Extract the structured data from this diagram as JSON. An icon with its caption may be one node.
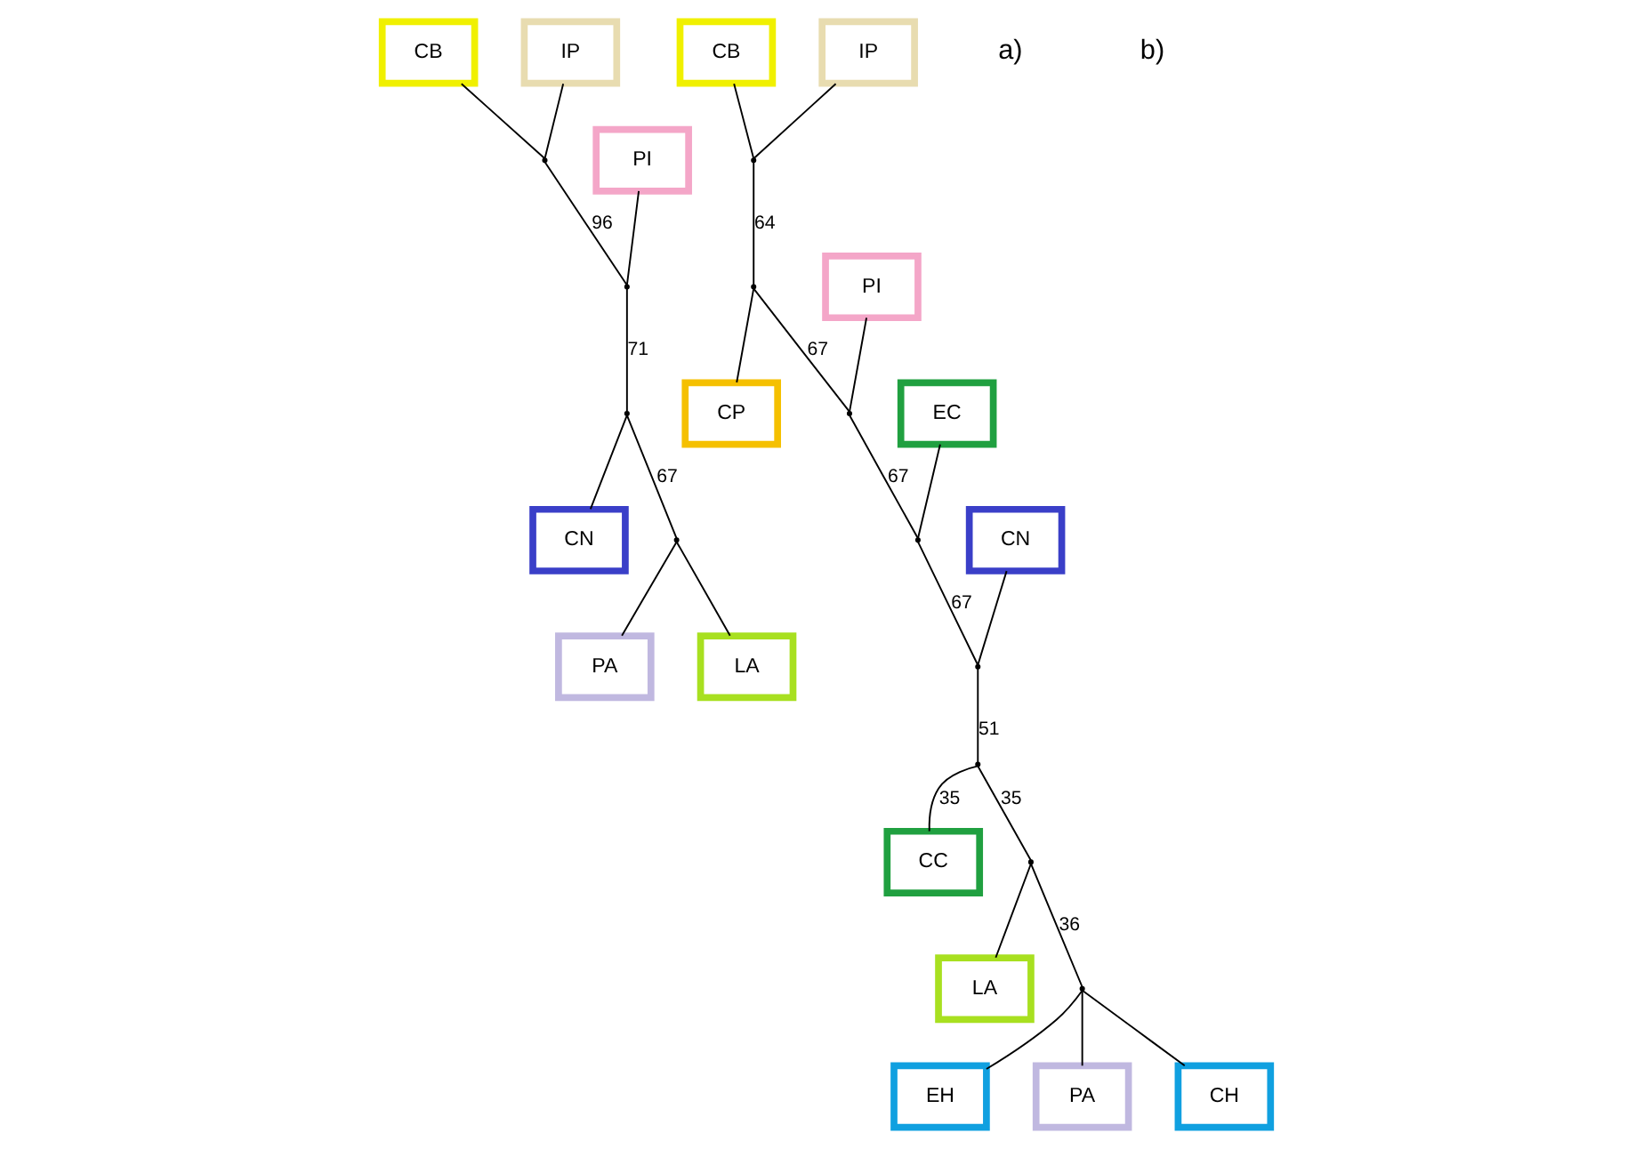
{
  "diagram": {
    "nodes": [
      {
        "text": [
          "CB"
        ]
      },
      {
        "text": [
          "IP"
        ]
      },
      {
        "text": [],
        "shape": "point"
      },
      {
        "text": [],
        "shape": "point"
      },
      {
        "text": [
          "PI"
        ]
      },
      {
        "text": [],
        "shape": "point"
      },
      {
        "text": [
          "CN"
        ]
      },
      {
        "text": [],
        "shape": "point"
      },
      {
        "text": [
          "PA"
        ]
      },
      {
        "text": [
          "LA"
        ]
      },
      {
        "text": [
          "CB"
        ]
      },
      {
        "text": [
          "IP"
        ]
      },
      {
        "text": [],
        "shape": "point"
      },
      {
        "text": [
          "PI"
        ]
      },
      {
        "text": [],
        "shape": "point"
      },
      {
        "text": [
          "CP"
        ]
      },
      {
        "text": [],
        "shape": "point"
      },
      {
        "text": [
          "EC"
        ]
      },
      {
        "text": [],
        "shape": "point"
      },
      {
        "text": [],
        "shape": "point"
      },
      {
        "text": [
          "CN"
        ]
      },
      {
        "text": [
          "CC"
        ]
      },
      {
        "text": [],
        "shape": "point"
      },
      {
        "text": [],
        "shape": "point"
      },
      {
        "text": [
          "LA"
        ]
      },
      {
        "text": [],
        "shape": "point"
      },
      {
        "text": [
          "EH"
        ]
      },
      {
        "text": [
          "PA"
        ]
      },
      {
        "text": [
          "CH"
        ]
      }
    ],
    "edges": [
      {
        "from": 1,
        "to": 2,
        "arrow": "none"
      },
      {
        "from": 0,
        "to": 2,
        "arrow": "none"
      },
      {
        "from": 2,
        "to": 3,
        "arrow": "none",
        "label": "96"
      },
      {
        "from": 4,
        "to": 3,
        "arrow": "none"
      },
      {
        "from": 3,
        "to": 5,
        "arrow": "none",
        "label": "71"
      },
      {
        "from": 5,
        "to": 6,
        "arrow": "none"
      },
      {
        "from": 5,
        "to": 7,
        "arrow": "none",
        "label": "67"
      },
      {
        "from": 7,
        "to": 8,
        "arrow": "none"
      },
      {
        "from": 7,
        "to": 9,
        "arrow": "none"
      },
      {
        "from": 10,
        "to": 12,
        "arrow": "none"
      },
      {
        "from": 11,
        "to": 12,
        "arrow": "none"
      },
      {
        "from": 12,
        "to": 14,
        "arrow": "none",
        "label": "64"
      },
      {
        "from": 14,
        "to": 15,
        "arrow": "none"
      },
      {
        "from": 14,
        "to": 16,
        "arrow": "none",
        "label": "67"
      },
      {
        "from": 13,
        "to": 16,
        "arrow": "none"
      },
      {
        "from": 16,
        "to": 18,
        "arrow": "none",
        "label": "67"
      },
      {
        "from": 17,
        "to": 18,
        "arrow": "none"
      },
      {
        "from": 18,
        "to": 19,
        "arrow": "none",
        "label": "67"
      },
      {
        "from": 20,
        "to": 19,
        "arrow": "none"
      },
      {
        "from": 19,
        "to": 22,
        "arrow": "none",
        "label": "51"
      },
      {
        "from": 22,
        "to": 21,
        "arrow": "none",
        "label": "35"
      },
      {
        "from": 22,
        "to": 23,
        "arrow": "none",
        "label": "35"
      },
      {
        "from": 23,
        "to": 24,
        "arrow": "none"
      },
      {
        "from": 23,
        "to": 25,
        "arrow": "none",
        "label": "36"
      },
      {
        "from": 25,
        "to": 27,
        "arrow": "none"
      },
      {
        "from": 25,
        "to": 26,
        "arrow": "none"
      },
      {
        "from": 25,
        "to": 28,
        "arrow": "none"
      }
    ],
    "labels": [
      "a)",
      "b)"
    ]
  }
}
